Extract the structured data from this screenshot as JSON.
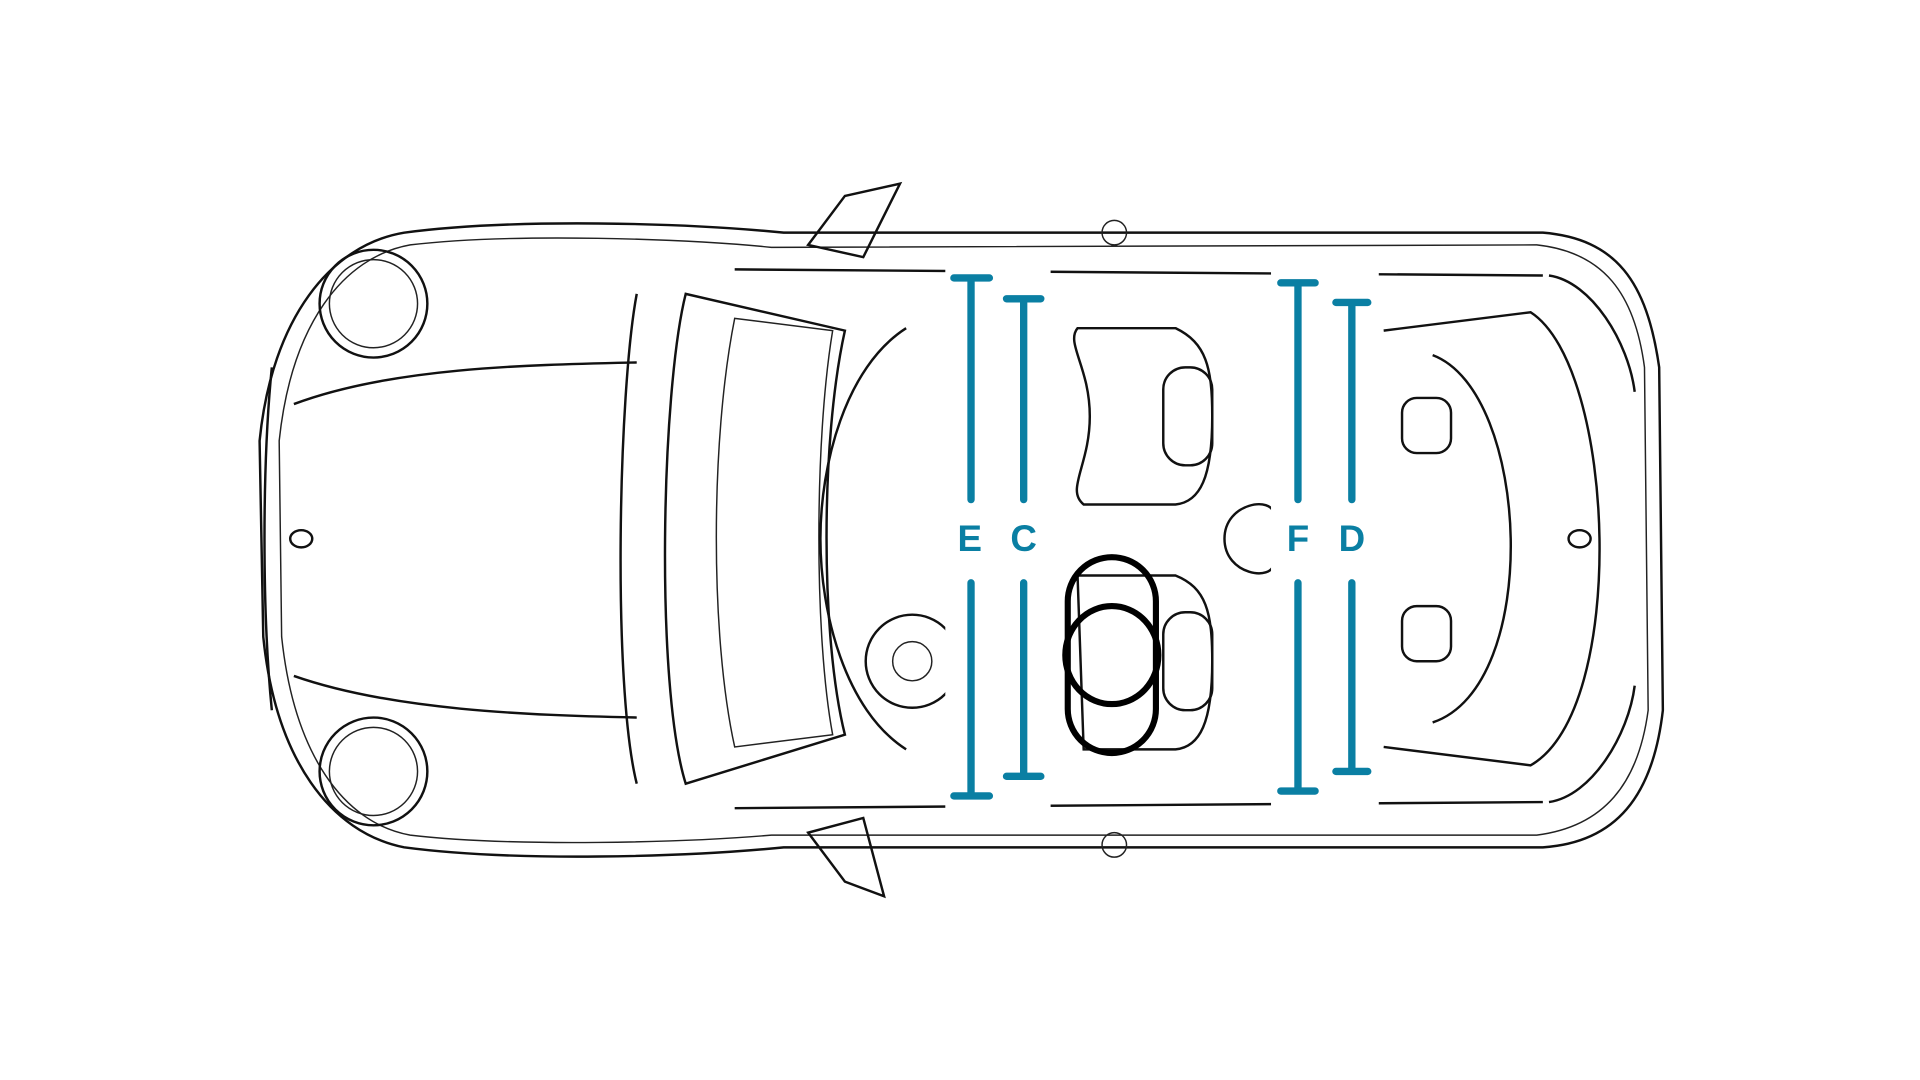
{
  "diagram": {
    "subject": "car-top-view",
    "accent_color": "#0a7fa3",
    "dimensions": [
      {
        "label": "E"
      },
      {
        "label": "C"
      },
      {
        "label": "F"
      },
      {
        "label": "D"
      }
    ]
  }
}
